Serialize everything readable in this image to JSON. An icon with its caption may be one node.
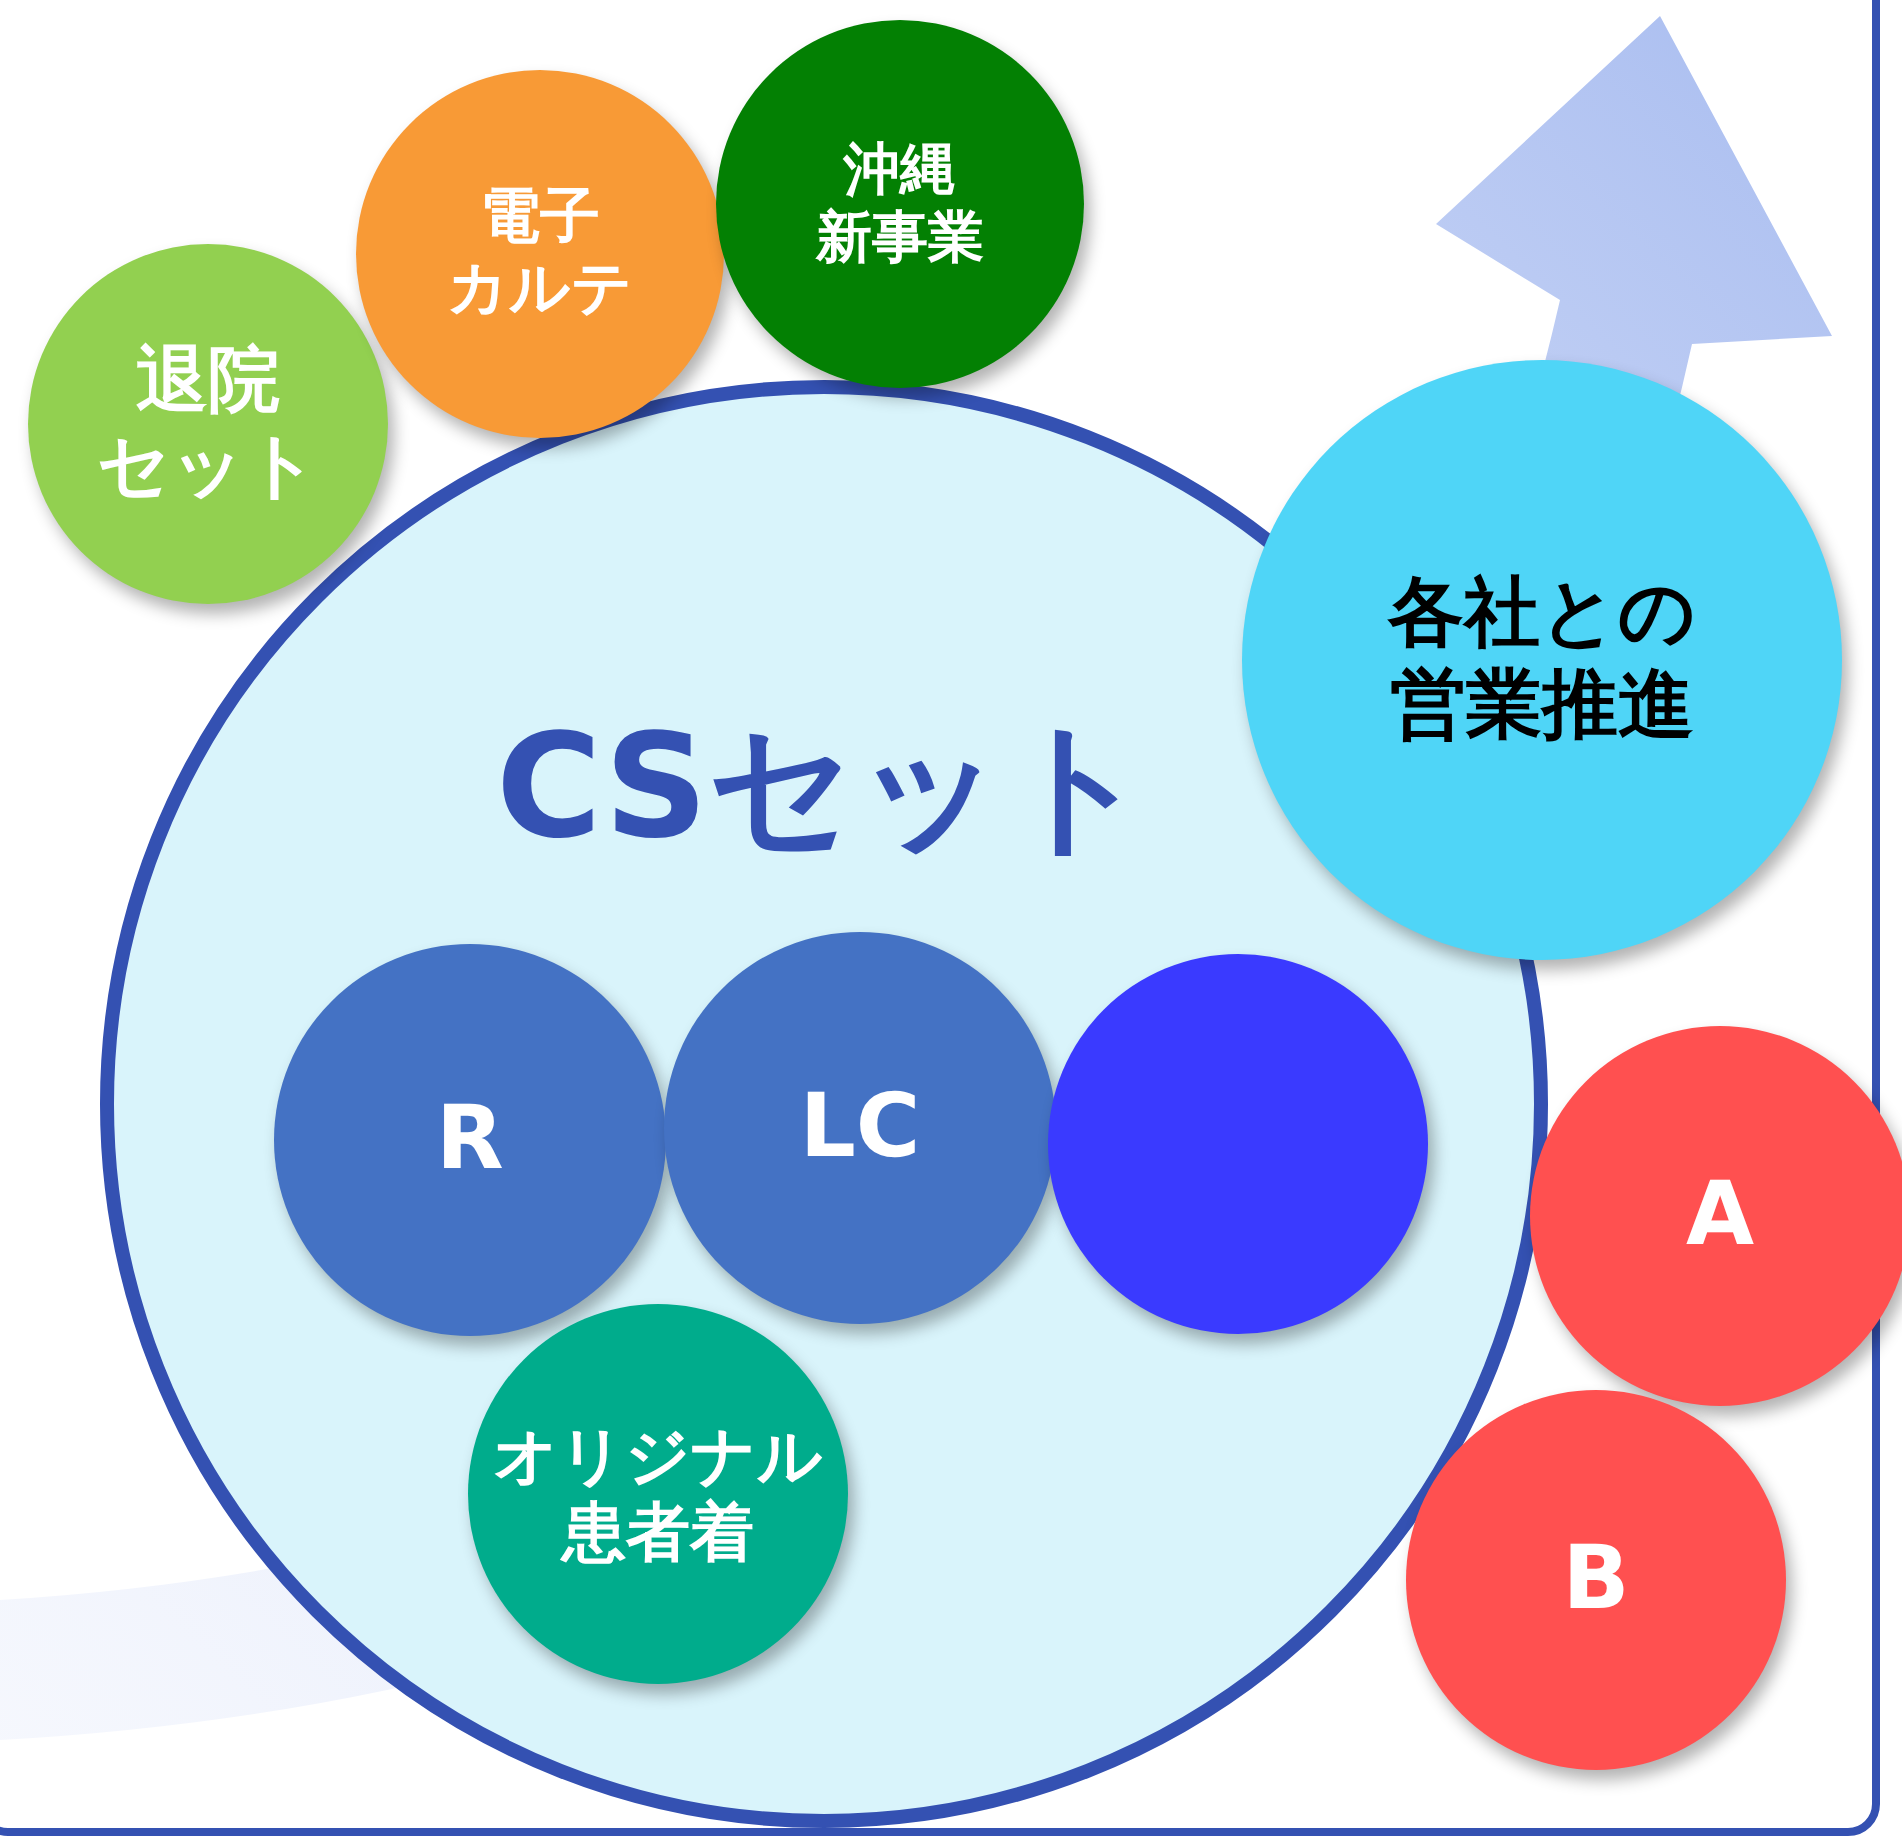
{
  "diagram": {
    "nodes": [
      {
        "text": [
          "CSセット"
        ]
      },
      {
        "text": [
          "R"
        ],
        "in": 0
      },
      {
        "text": [
          "LC"
        ],
        "in": 0
      },
      {
        "text": [],
        "shape": "circle",
        "in": 0
      },
      {
        "text": [
          "オリジナル患者着"
        ],
        "in": 0
      },
      {
        "text": [
          "退院セット"
        ]
      },
      {
        "text": [
          "電子カルテ"
        ]
      },
      {
        "text": [
          "沖縄新事業"
        ]
      },
      {
        "text": [
          "各社との営業推進"
        ]
      },
      {
        "text": [
          "A"
        ]
      },
      {
        "text": [
          "B"
        ]
      }
    ]
  }
}
